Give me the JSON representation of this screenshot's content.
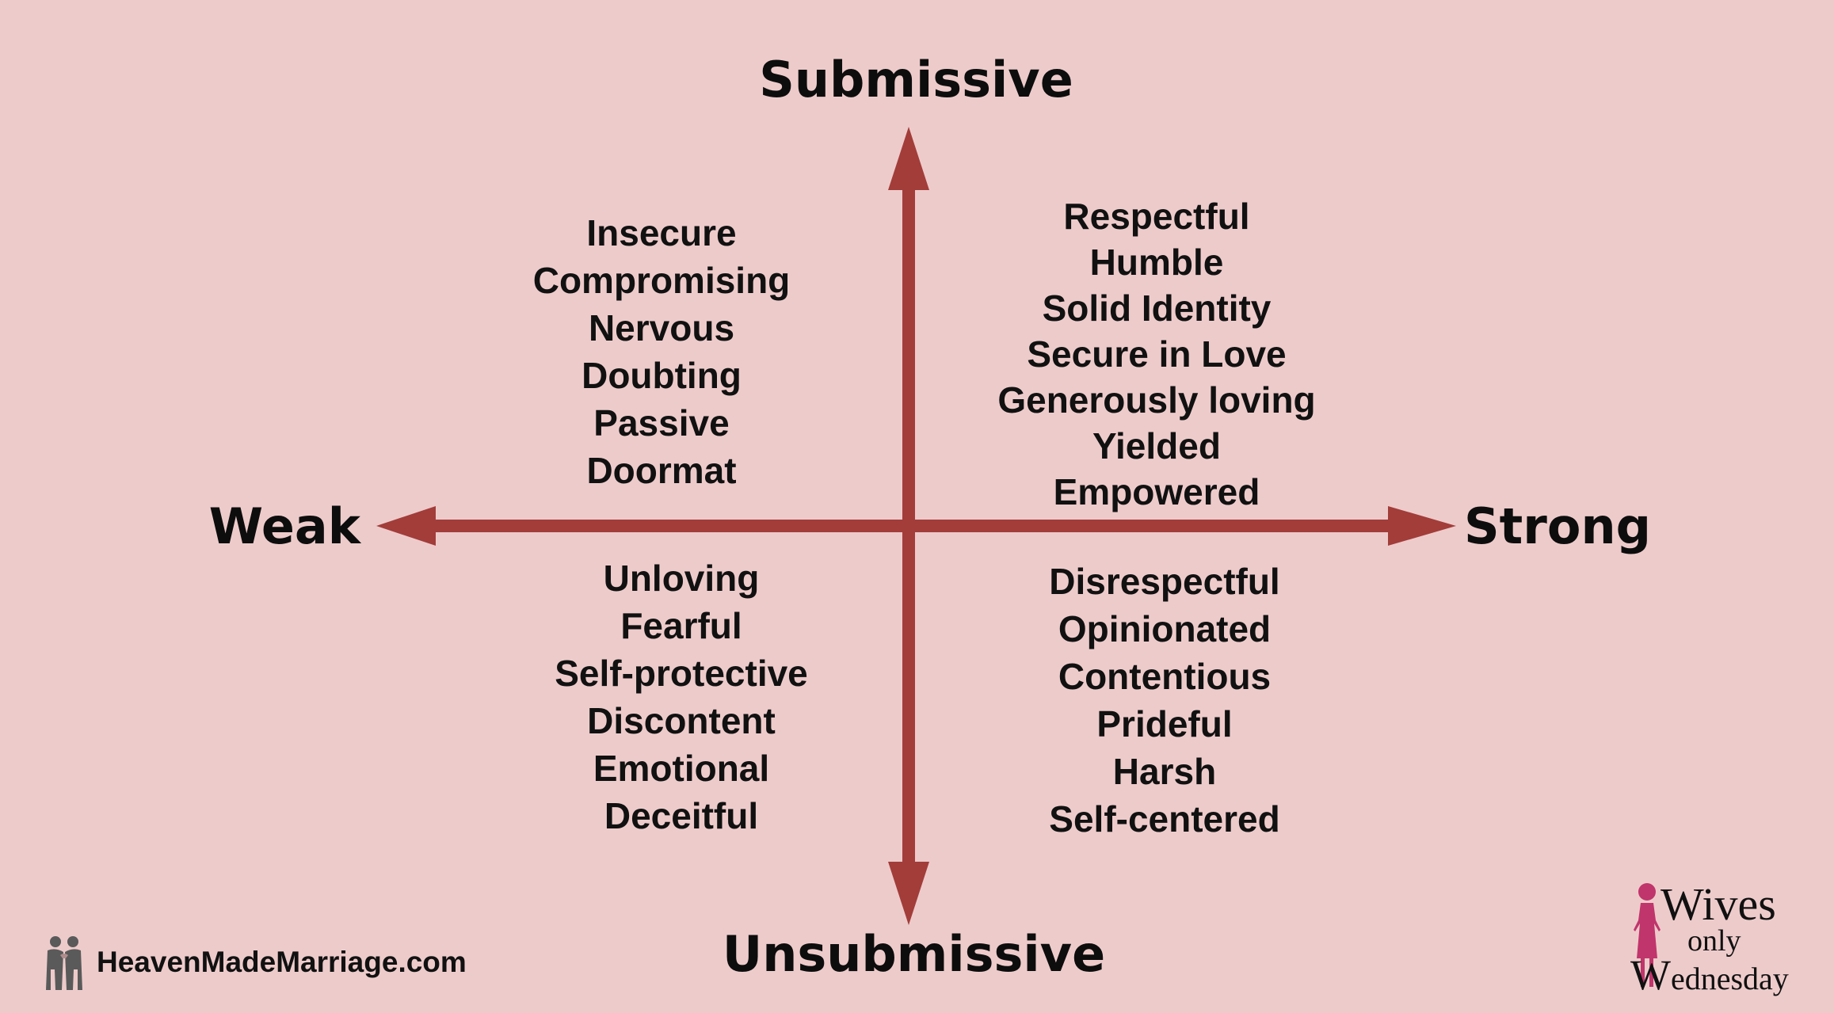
{
  "diagram": {
    "axis_color": "#a23d3a",
    "labels": {
      "top": "Submissive",
      "bottom": "Unsubmissive",
      "left": "Weak",
      "right": "Strong"
    },
    "quadrants": {
      "top_left": [
        "Insecure",
        "Compromising",
        "Nervous",
        "Doubting",
        "Passive",
        "Doormat"
      ],
      "top_right": [
        "Respectful",
        "Humble",
        "Solid Identity",
        "Secure in Love",
        "Generously loving",
        "Yielded",
        "Empowered"
      ],
      "bottom_left": [
        "Unloving",
        "Fearful",
        "Self-protective",
        "Discontent",
        "Emotional",
        "Deceitful"
      ],
      "bottom_right": [
        "Disrespectful",
        "Opinionated",
        "Contentious",
        "Prideful",
        "Harsh",
        "Self-centered"
      ]
    }
  },
  "footer": {
    "brand_text": "HeavenMadeMarriage.com",
    "brand_icon": "couple-icon",
    "logo_line1": "Wives",
    "logo_line2": "only",
    "logo_line3_initial": "W",
    "logo_line3_rest": "ednesday",
    "logo_figure_color": "#c0356b"
  }
}
